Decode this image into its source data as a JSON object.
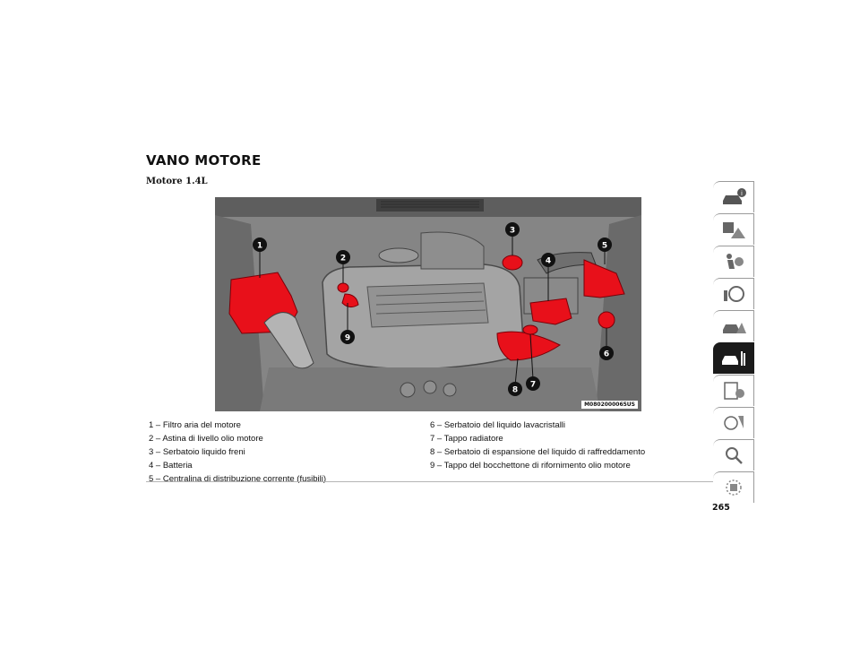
{
  "section_title": "VANO MOTORE",
  "subtitle": "Motore 1.4L",
  "figure": {
    "image_code": "M0802000065US",
    "highlight_color": "#e8101a",
    "callouts": [
      "1",
      "2",
      "3",
      "4",
      "5",
      "6",
      "7",
      "8",
      "9"
    ]
  },
  "legend": {
    "left": [
      "1 – Filtro aria del motore",
      "2 – Astina di livello olio motore",
      "3 – Serbatoio liquido freni",
      "4 – Batteria",
      "5 – Centralina di distribuzione corrente (fusibili)"
    ],
    "right": [
      "6 – Serbatoio del liquido lavacristalli",
      "7 – Tappo radiatore",
      "8 – Serbatoio di espansione del liquido di raffreddamento",
      "9 – Tappo del bocchettone di rifornimento olio motore"
    ]
  },
  "page_number": "265",
  "side_tabs": [
    {
      "icon": "car-info-icon"
    },
    {
      "icon": "warning-lights-icon"
    },
    {
      "icon": "airbag-icon"
    },
    {
      "icon": "steering-wheel-icon"
    },
    {
      "icon": "emergency-icon"
    },
    {
      "icon": "car-service-icon",
      "active": true
    },
    {
      "icon": "specifications-icon"
    },
    {
      "icon": "multimedia-icon"
    },
    {
      "icon": "search-icon"
    },
    {
      "icon": "language-index-icon"
    }
  ]
}
